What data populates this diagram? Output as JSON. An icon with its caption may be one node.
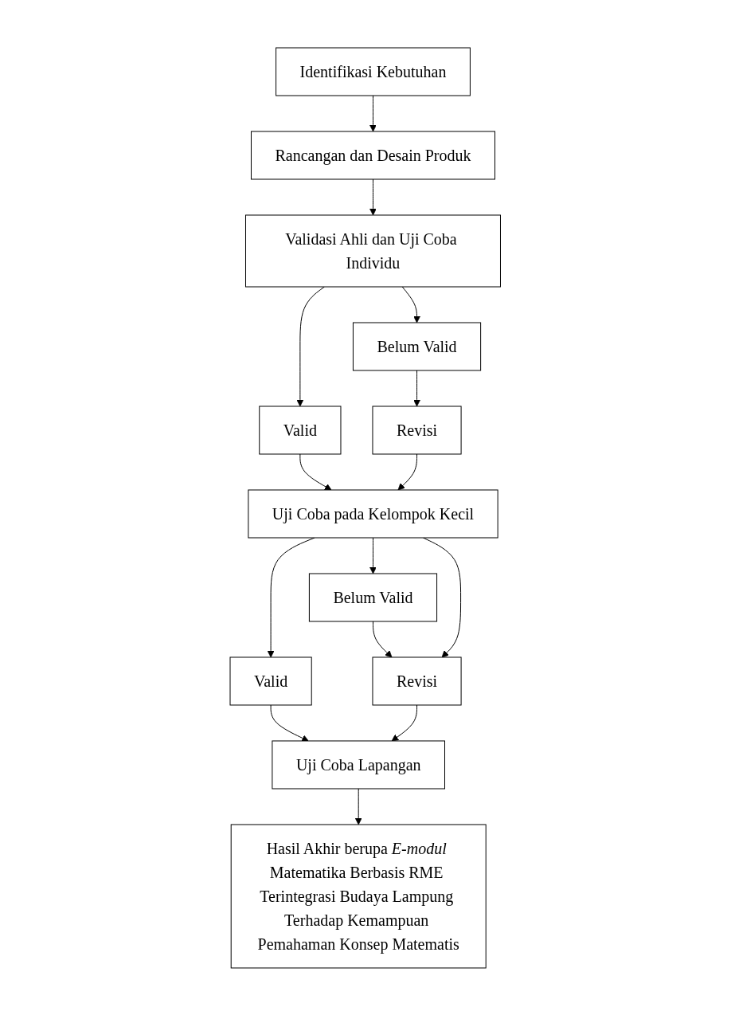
{
  "diagram": {
    "nodes": [
      {
        "text": [
          "Identifikasi Kebutuhan"
        ]
      },
      {
        "text": [
          "Rancangan dan Desain Produk"
        ]
      },
      {
        "text": [
          "Valid"
        ]
      },
      {
        "text": [
          "Validasi Ahli dan Uji Coba Individu"
        ]
      },
      {
        "text": [
          "Belum Valid"
        ]
      },
      {
        "text": [
          "Revisi"
        ]
      },
      {
        "text": [
          "Valid"
        ]
      },
      {
        "text": [
          "Uji Coba pada Kelompok Kecil"
        ]
      },
      {
        "text": [
          "Belum Valid"
        ]
      },
      {
        "text": [
          "Revisi"
        ]
      },
      {
        "text": [
          "Uji Coba Lapangan"
        ]
      },
      {
        "text": [
          "Hasil Akhir berupa *E-modul* Matematika Berbasis RME Terintegrasi Budaya Lampung Terhadap Kemampuan Pemahaman Konsep Matematis"
        ]
      }
    ],
    "edges": [
      {
        "from": 0,
        "to": 1,
        "arrow": "to"
      },
      {
        "from": 1,
        "to": 3,
        "arrow": "to"
      },
      {
        "from": 3,
        "to": 2,
        "arrow": "to"
      },
      {
        "from": 3,
        "to": 4,
        "arrow": "to"
      },
      {
        "from": 4,
        "to": 5,
        "arrow": "to"
      },
      {
        "from": 2,
        "to": 7,
        "arrow": "to"
      },
      {
        "from": 5,
        "to": 7,
        "arrow": "to"
      },
      {
        "from": 7,
        "to": 6,
        "arrow": "to"
      },
      {
        "from": 7,
        "to": 8,
        "arrow": "to"
      },
      {
        "from": 8,
        "to": 9,
        "arrow": "to"
      },
      {
        "from": 7,
        "to": 9,
        "arrow": "to"
      },
      {
        "from": 6,
        "to": 10,
        "arrow": "to"
      },
      {
        "from": 9,
        "to": 10,
        "arrow": "to"
      },
      {
        "from": 10,
        "to": 11,
        "arrow": "to"
      }
    ]
  }
}
